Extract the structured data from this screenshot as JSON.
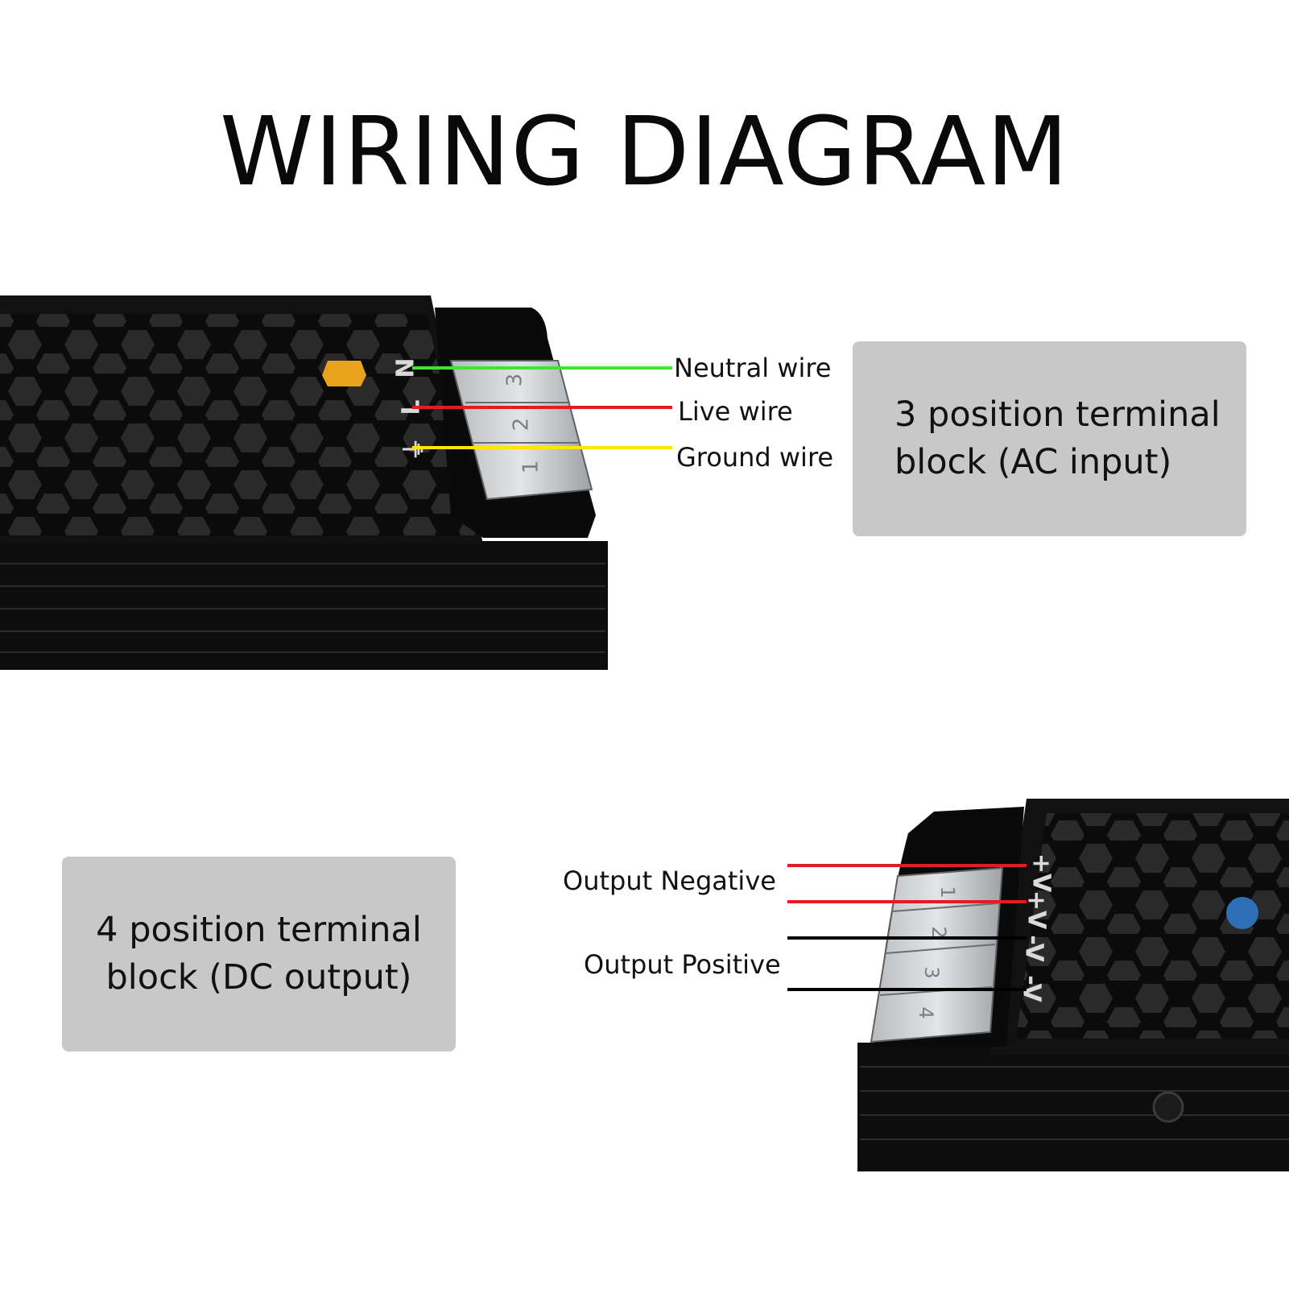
{
  "title": "WIRING DIAGRAM",
  "ac_input": {
    "block_label_line1": "3 position terminal",
    "block_label_line2": "block (AC input)",
    "wires": [
      {
        "label": "Neutral wire",
        "terminal_mark": "N",
        "color": "#35e83a"
      },
      {
        "label": "Live wire",
        "terminal_mark": "L",
        "color": "#e11d1d"
      },
      {
        "label": "Ground wire",
        "terminal_mark": "⏚",
        "color": "#ffe600"
      }
    ],
    "terminal_numbers": [
      "3",
      "2",
      "1"
    ]
  },
  "dc_output": {
    "block_label_line1": "4 position terminal",
    "block_label_line2": "block (DC output)",
    "labels": {
      "negative": "Output Negative",
      "positive": "Output Positive"
    },
    "terminal_marks": [
      "+V",
      "+V",
      "-V",
      "-V"
    ],
    "terminal_numbers": [
      "1",
      "2",
      "3",
      "4"
    ],
    "wire_colors": [
      "#e11d1d",
      "#e11d1d",
      "#000000",
      "#000000"
    ]
  }
}
